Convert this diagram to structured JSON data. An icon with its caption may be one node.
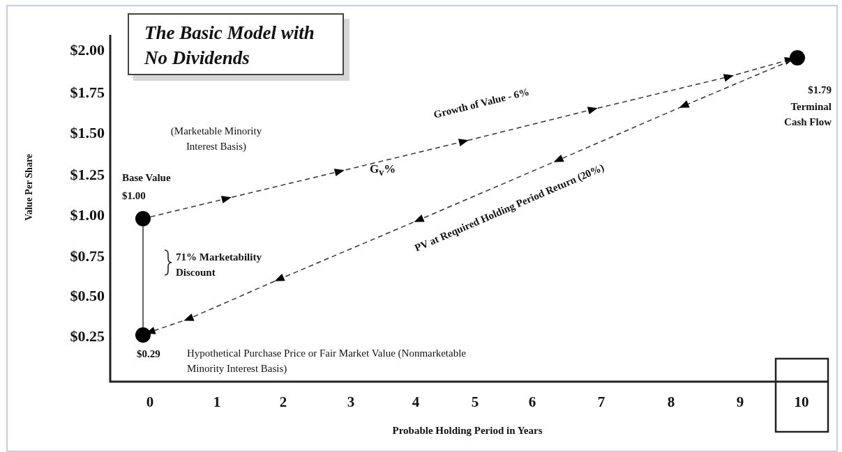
{
  "diagram": {
    "nodes": [
      {
        "text": [
          "The Basic Model with No Dividends"
        ]
      },
      {
        "text": [],
        "shape": "circle",
        "beside": [
          "Base Value",
          "$1.00"
        ]
      },
      {
        "text": [],
        "shape": "circle",
        "beside": [
          "$1.79",
          "Terminal Cash Flow"
        ]
      },
      {
        "text": [],
        "shape": "circle",
        "beside": [
          "$0.29"
        ]
      }
    ],
    "edges": [
      {
        "from": 1,
        "to": 2,
        "arrow": "to",
        "style": "dashed",
        "label": "Growth of Value - 6%"
      },
      {
        "from": 2,
        "to": 3,
        "arrow": "to",
        "style": "dashed",
        "label": "PV at Required Holding Period Return (20%)"
      },
      {
        "from": 1,
        "to": 3,
        "arrow": "none"
      }
    ],
    "labels": [
      "(Marketable Minority Interest Basis)",
      "G$_{v}$%",
      "71% Marketability Discount",
      "Hypothetical Purchase Price or Fair Market Value (Nonmarketable Minority Interest Basis)",
      "Value Per Share",
      "$2.00",
      "$1.75",
      "$1.50",
      "$1.25",
      "$1.00",
      "$0.75",
      "$0.50",
      "$0.25",
      "0",
      "1",
      "2",
      "3",
      "4",
      "5",
      "6",
      "7",
      "8",
      "9",
      "10",
      "Probable Holding Period in Years"
    ]
  }
}
